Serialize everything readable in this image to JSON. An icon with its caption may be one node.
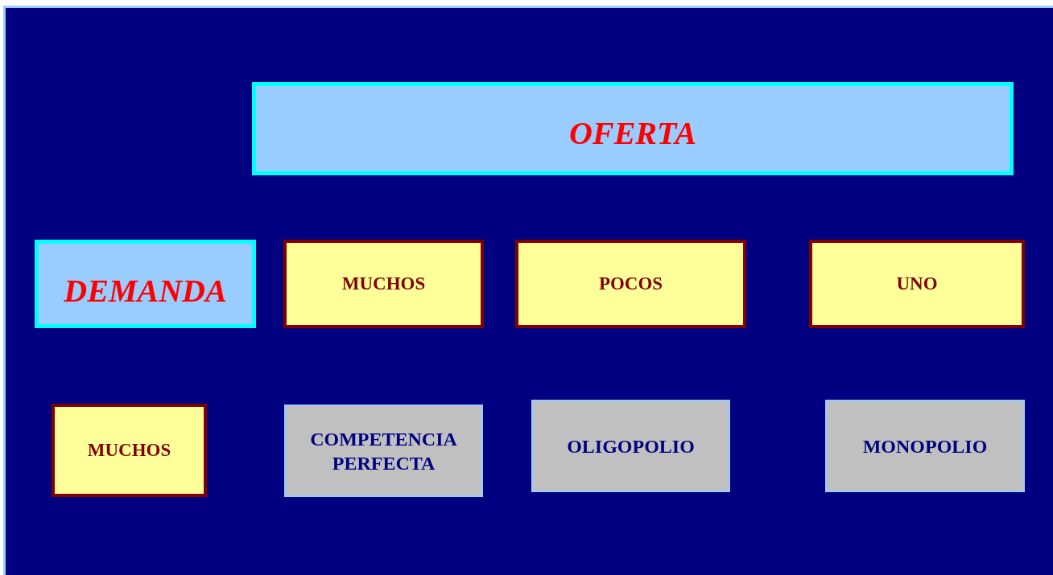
{
  "diagram": {
    "nodes": [
      {
        "text": [
          "OFERTA"
        ]
      },
      {
        "text": [
          "DEMANDA"
        ]
      },
      {
        "text": [
          "MUCHOS"
        ]
      },
      {
        "text": [
          "POCOS"
        ]
      },
      {
        "text": [
          "UNO"
        ]
      },
      {
        "text": [
          "MUCHOS"
        ]
      },
      {
        "text": [
          "COMPETENCIA PERFECTA"
        ]
      },
      {
        "text": [
          "OLIGOPOLIO"
        ]
      },
      {
        "text": [
          "MONOPOLIO"
        ]
      }
    ]
  }
}
